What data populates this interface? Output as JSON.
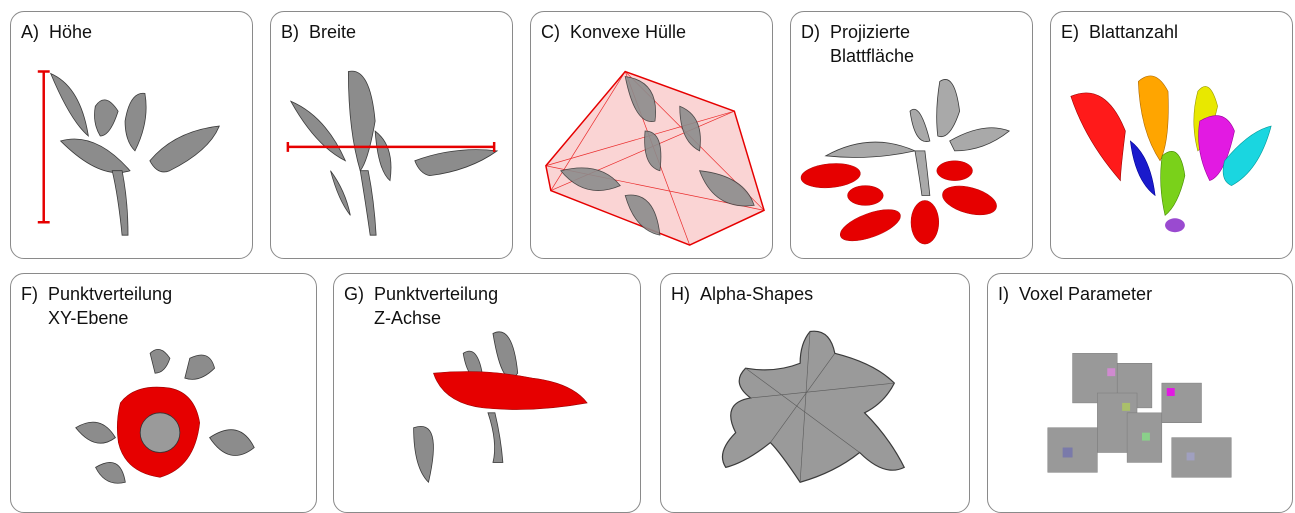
{
  "colors": {
    "plant_gray": "#8c8c8c",
    "plant_dark": "#4a4a4a",
    "measure_red": "#e60000",
    "hull_fill": "#f6b8b8",
    "panel_border": "#8a8a8a"
  },
  "panels": [
    {
      "letter": "A)",
      "title": "Höhe"
    },
    {
      "letter": "B)",
      "title": "Breite"
    },
    {
      "letter": "C)",
      "title": "Konvexe Hülle"
    },
    {
      "letter": "D)",
      "title": "Projizierte\nBlattfläche"
    },
    {
      "letter": "E)",
      "title": "Blattanzahl"
    },
    {
      "letter": "F)",
      "title": "Punktverteilung\nXY-Ebene"
    },
    {
      "letter": "G)",
      "title": "Punktverteilung\nZ-Achse"
    },
    {
      "letter": "H)",
      "title": "Alpha-Shapes"
    },
    {
      "letter": "I)",
      "title": "Voxel Parameter"
    }
  ],
  "leaf_colors": [
    "#ff1a1a",
    "#ffa500",
    "#e8e800",
    "#1a1acc",
    "#7ad11a",
    "#e21ae2",
    "#1ad6e0",
    "#9a4ad0"
  ]
}
